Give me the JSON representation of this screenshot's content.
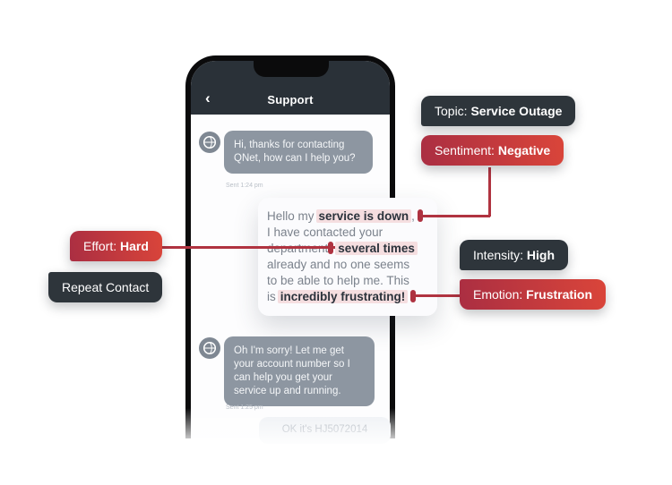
{
  "colors": {
    "dark_tag": "#2e353b",
    "red_tag_from": "#aa2e42",
    "red_tag_to": "#da453a",
    "connector_red": "#b03340",
    "highlight_bg": "#f5dee0",
    "bubble_gray": "#8d96a1"
  },
  "phone": {
    "header": {
      "title": "Support"
    },
    "agent_message_1": {
      "text": "Hi, thanks for contacting QNet, how can I help you?",
      "timestamp": "Sent 1:24 pm"
    },
    "customer_message": {
      "line1_pre": "Hello my",
      "line1_highlight": "service is down",
      "line1_post": ",",
      "line2": "I have contacted your",
      "line3_pre": "department",
      "line3_highlight": "several times",
      "line4": "already and no one seems",
      "line5": "to be able to help me. This",
      "line6_pre": "is",
      "line6_highlight": "incredibly frustrating!"
    },
    "agent_message_2": {
      "text": "Oh I'm sorry! Let me get your account number so I can help you get your service up and running.",
      "timestamp": "Sent 1:25 pm"
    },
    "customer_message_2": {
      "text": "OK it's HJ5072014"
    }
  },
  "annotations": {
    "topic": {
      "label": "Topic:",
      "value": "Service Outage"
    },
    "sentiment": {
      "label": "Sentiment:",
      "value": "Negative"
    },
    "effort": {
      "label": "Effort:",
      "value": "Hard"
    },
    "repeat_contact": {
      "label": "Repeat Contact"
    },
    "intensity": {
      "label": "Intensity:",
      "value": "High"
    },
    "emotion": {
      "label": "Emotion:",
      "value": "Frustration"
    }
  }
}
